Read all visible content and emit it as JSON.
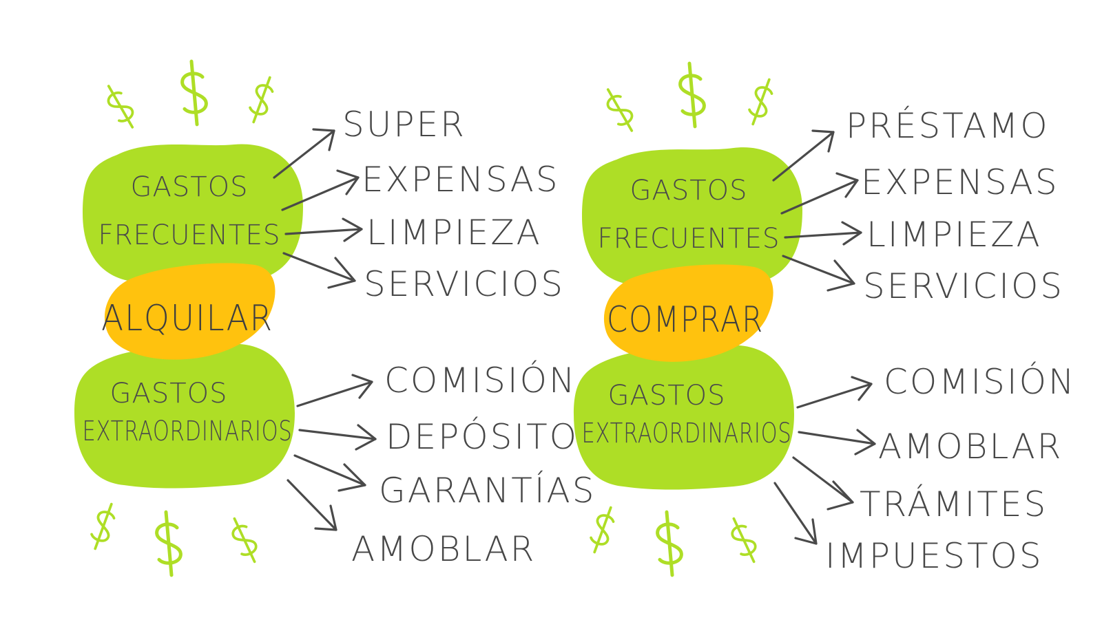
{
  "colors": {
    "blob_green": "#aede26",
    "blob_orange": "#ffc20e",
    "text": "#474747",
    "dollar": "#aede26"
  },
  "icons": [
    "dollar-sign-icon"
  ],
  "panels": [
    {
      "center_label": "ALQUILAR",
      "frequent": {
        "label_line1": "GASTOS",
        "label_line2": "FRECUENTES",
        "items": [
          "SUPER",
          "EXPENSAS",
          "LIMPIEZA",
          "SERVICIOS"
        ]
      },
      "extraordinary": {
        "label_line1": "GASTOS",
        "label_line2": "EXTRAORDINARIOS",
        "items": [
          "COMISIÓN",
          "DEPÓSITO",
          "GARANTÍAS",
          "AMOBLAR"
        ]
      }
    },
    {
      "center_label": "COMPRAR",
      "frequent": {
        "label_line1": "GASTOS",
        "label_line2": "FRECUENTES",
        "items": [
          "PRÉSTAMO",
          "EXPENSAS",
          "LIMPIEZA",
          "SERVICIOS"
        ]
      },
      "extraordinary": {
        "label_line1": "GASTOS",
        "label_line2": "EXTRAORDINARIOS",
        "items": [
          "COMISIÓN",
          "AMOBLAR",
          "TRÁMITES",
          "IMPUESTOS"
        ]
      }
    }
  ]
}
